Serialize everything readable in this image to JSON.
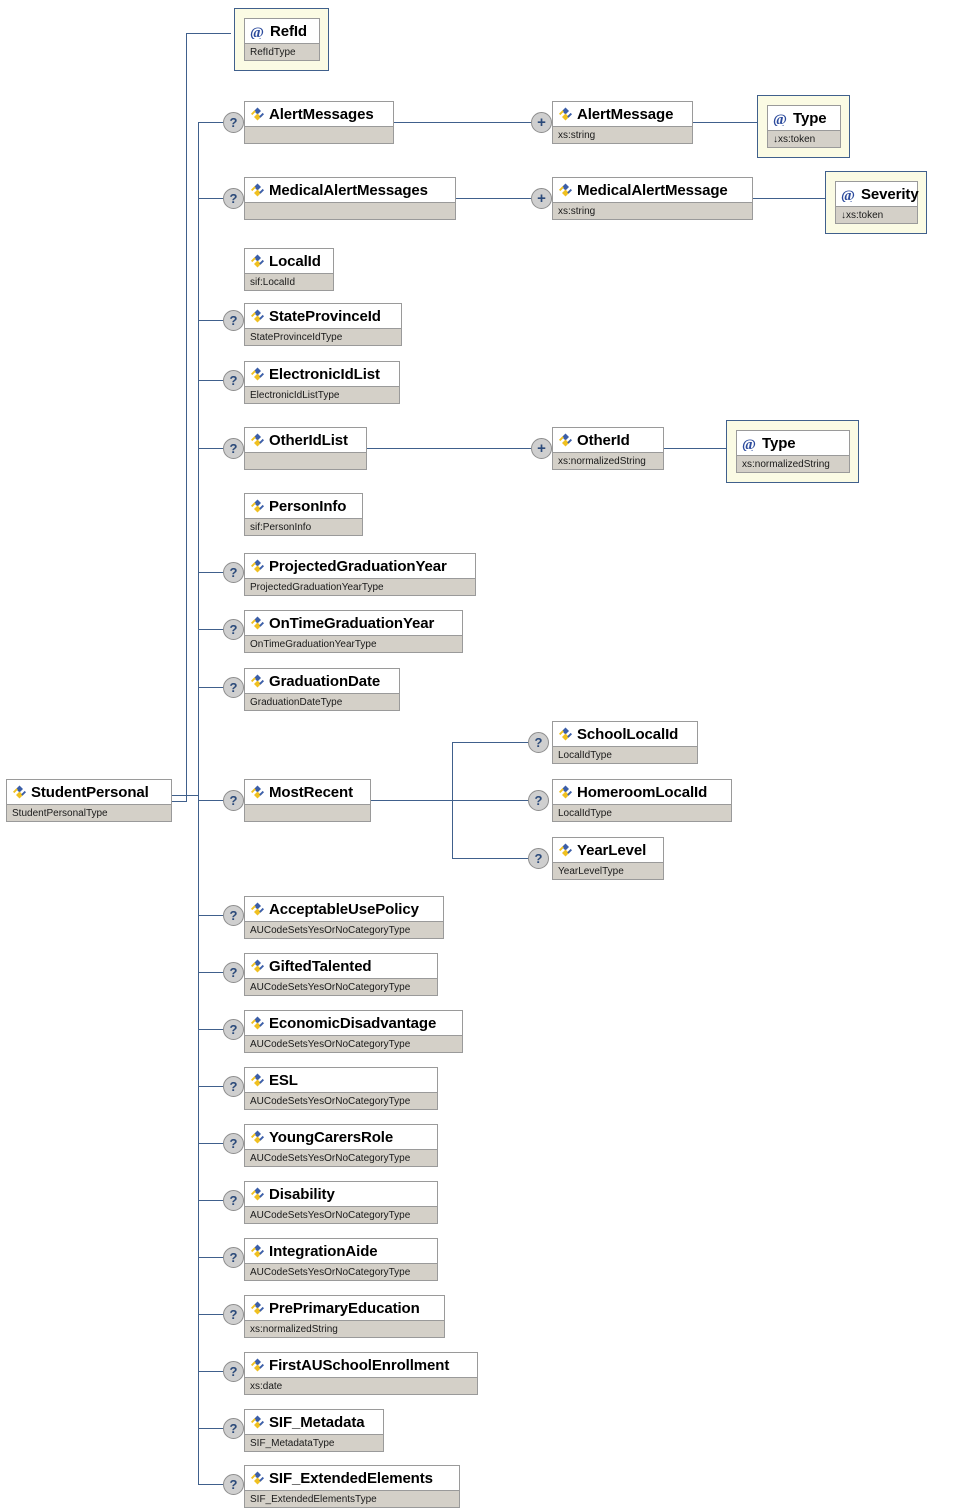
{
  "diagram": {
    "title": "StudentPersonal XML Schema Element Tree",
    "root": {
      "name": "StudentPersonal",
      "type": "StudentPersonalType",
      "kind": "element",
      "marker": "none"
    },
    "colors": {
      "line": "#40608c",
      "box_header_bg": "#ffffff",
      "box_type_bg": "#d4d0c8",
      "box_border": "#9a9a9a",
      "attribute_frame_bg": "#fbfbe4",
      "attribute_frame_border": "#40608c",
      "marker_bg": "#cfcfcf",
      "marker_fg": "#2b4a7a"
    },
    "markers": {
      "optional": "?",
      "repeating": "+"
    },
    "icons": {
      "element": "element-icon",
      "attribute": "at-sign-icon"
    },
    "nodes": [
      {
        "id": "refid",
        "name": "RefId",
        "type": "RefIdType",
        "kind": "attribute",
        "marker": "none",
        "derived": false
      },
      {
        "id": "alertmessages",
        "name": "AlertMessages",
        "type": "",
        "kind": "element",
        "marker": "?",
        "derived": false
      },
      {
        "id": "alertmessage",
        "name": "AlertMessage",
        "type": "xs:string",
        "kind": "element",
        "marker": "+",
        "derived": false
      },
      {
        "id": "alertmessage-type",
        "name": "Type",
        "type": "xs:token",
        "kind": "attribute",
        "marker": "none",
        "derived": true
      },
      {
        "id": "medalertmessages",
        "name": "MedicalAlertMessages",
        "type": "",
        "kind": "element",
        "marker": "?",
        "derived": false
      },
      {
        "id": "medalertmessage",
        "name": "MedicalAlertMessage",
        "type": "xs:string",
        "kind": "element",
        "marker": "+",
        "derived": false
      },
      {
        "id": "severity",
        "name": "Severity",
        "type": "xs:token",
        "kind": "attribute",
        "marker": "none",
        "derived": true
      },
      {
        "id": "localid",
        "name": "LocalId",
        "type": "sif:LocalId",
        "kind": "element",
        "marker": "none",
        "derived": false
      },
      {
        "id": "stateprovinceid",
        "name": "StateProvinceId",
        "type": "StateProvinceIdType",
        "kind": "element",
        "marker": "?",
        "derived": false
      },
      {
        "id": "electronicidlist",
        "name": "ElectronicIdList",
        "type": "ElectronicIdListType",
        "kind": "element",
        "marker": "?",
        "derived": false
      },
      {
        "id": "otheridlist",
        "name": "OtherIdList",
        "type": "",
        "kind": "element",
        "marker": "?",
        "derived": false
      },
      {
        "id": "otherid",
        "name": "OtherId",
        "type": "xs:normalizedString",
        "kind": "element",
        "marker": "+",
        "derived": false
      },
      {
        "id": "otherid-type",
        "name": "Type",
        "type": "xs:normalizedString",
        "kind": "attribute",
        "marker": "none",
        "derived": false
      },
      {
        "id": "personinfo",
        "name": "PersonInfo",
        "type": "sif:PersonInfo",
        "kind": "element",
        "marker": "none",
        "derived": false
      },
      {
        "id": "projgradyear",
        "name": "ProjectedGraduationYear",
        "type": "ProjectedGraduationYearType",
        "kind": "element",
        "marker": "?",
        "derived": false
      },
      {
        "id": "ontimegradyear",
        "name": "OnTimeGraduationYear",
        "type": "OnTimeGraduationYearType",
        "kind": "element",
        "marker": "?",
        "derived": false
      },
      {
        "id": "graduationdate",
        "name": "GraduationDate",
        "type": "GraduationDateType",
        "kind": "element",
        "marker": "?",
        "derived": false
      },
      {
        "id": "mostrecent",
        "name": "MostRecent",
        "type": "",
        "kind": "element",
        "marker": "?",
        "derived": false
      },
      {
        "id": "schoollocalid",
        "name": "SchoolLocalId",
        "type": "LocalIdType",
        "kind": "element",
        "marker": "?",
        "derived": false
      },
      {
        "id": "homeroomlocalid",
        "name": "HomeroomLocalId",
        "type": "LocalIdType",
        "kind": "element",
        "marker": "?",
        "derived": false
      },
      {
        "id": "yearlevel",
        "name": "YearLevel",
        "type": "YearLevelType",
        "kind": "element",
        "marker": "?",
        "derived": false
      },
      {
        "id": "acceptableusepolicy",
        "name": "AcceptableUsePolicy",
        "type": "AUCodeSetsYesOrNoCategoryType",
        "kind": "element",
        "marker": "?",
        "derived": false
      },
      {
        "id": "giftedtalented",
        "name": "GiftedTalented",
        "type": "AUCodeSetsYesOrNoCategoryType",
        "kind": "element",
        "marker": "?",
        "derived": false
      },
      {
        "id": "economicdisadv",
        "name": "EconomicDisadvantage",
        "type": "AUCodeSetsYesOrNoCategoryType",
        "kind": "element",
        "marker": "?",
        "derived": false
      },
      {
        "id": "esl",
        "name": "ESL",
        "type": "AUCodeSetsYesOrNoCategoryType",
        "kind": "element",
        "marker": "?",
        "derived": false
      },
      {
        "id": "youngcarersrole",
        "name": "YoungCarersRole",
        "type": "AUCodeSetsYesOrNoCategoryType",
        "kind": "element",
        "marker": "?",
        "derived": false
      },
      {
        "id": "disability",
        "name": "Disability",
        "type": "AUCodeSetsYesOrNoCategoryType",
        "kind": "element",
        "marker": "?",
        "derived": false
      },
      {
        "id": "integrationaide",
        "name": "IntegrationAide",
        "type": "AUCodeSetsYesOrNoCategoryType",
        "kind": "element",
        "marker": "?",
        "derived": false
      },
      {
        "id": "preprimaryedu",
        "name": "PrePrimaryEducation",
        "type": "xs:normalizedString",
        "kind": "element",
        "marker": "?",
        "derived": false
      },
      {
        "id": "firstauschoolenrol",
        "name": "FirstAUSchoolEnrollment",
        "type": "xs:date",
        "kind": "element",
        "marker": "?",
        "derived": false
      },
      {
        "id": "sifmetadata",
        "name": "SIF_Metadata",
        "type": "SIF_MetadataType",
        "kind": "element",
        "marker": "?",
        "derived": false
      },
      {
        "id": "sifextendedelems",
        "name": "SIF_ExtendedElements",
        "type": "SIF_ExtendedElementsType",
        "kind": "element",
        "marker": "?",
        "derived": false
      }
    ]
  }
}
